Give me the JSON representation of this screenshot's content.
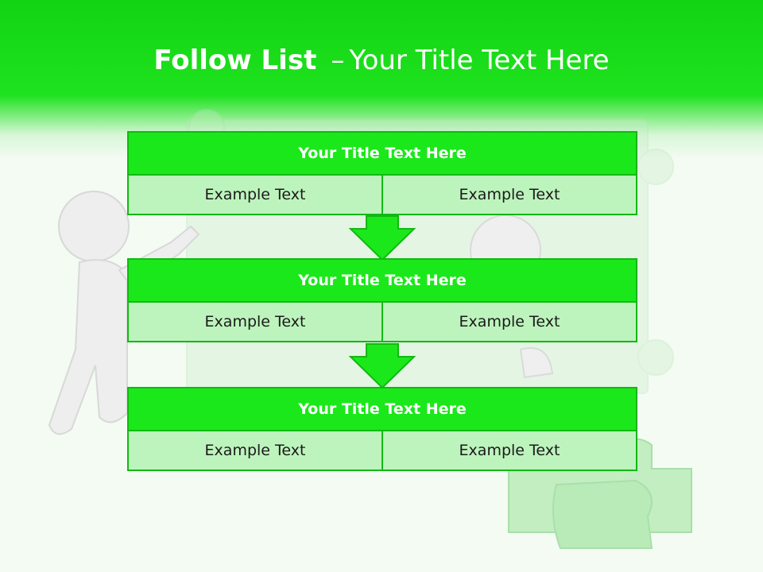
{
  "slide": {
    "title_bold": "Follow List",
    "title_dash": "–",
    "title_rest": "Your Title Text Here"
  },
  "blocks": [
    {
      "title": "Your Title Text Here",
      "left": "Example Text",
      "right": "Example Text"
    },
    {
      "title": "Your Title Text Here",
      "left": "Example Text",
      "right": "Example Text"
    },
    {
      "title": "Your Title Text Here",
      "left": "Example Text",
      "right": "Example Text"
    }
  ],
  "colors": {
    "header_green": "#12d412",
    "block_title_green": "#1ae81a",
    "cell_light_green": "#bdf4bd",
    "border_green": "#13b813"
  },
  "icons": [
    "down-arrow-icon",
    "puzzle-figure-illustration"
  ]
}
